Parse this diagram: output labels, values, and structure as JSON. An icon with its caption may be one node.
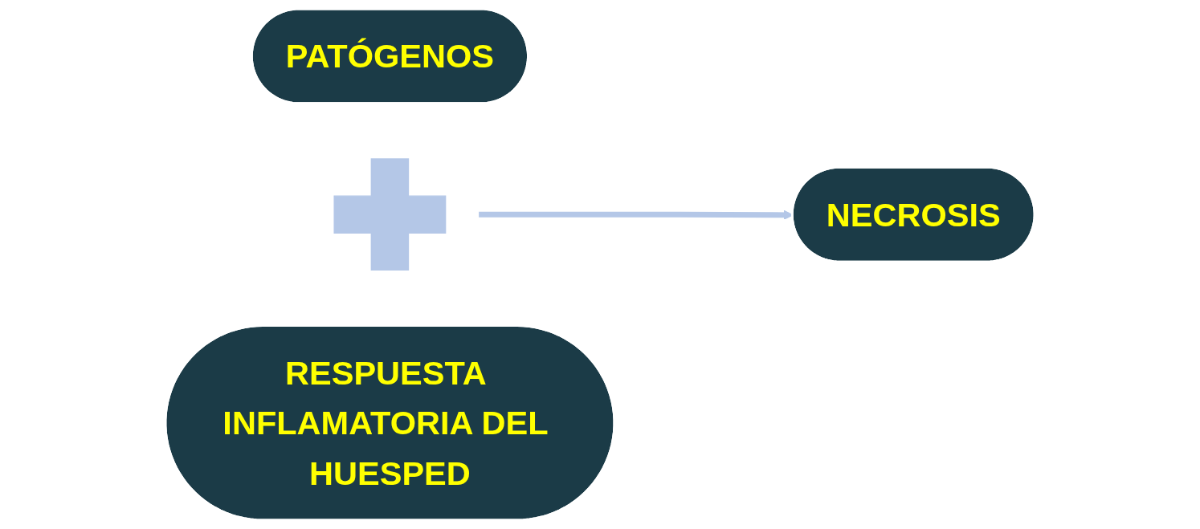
{
  "diagram": {
    "nodes": [
      {
        "text": [
          "PATÓGENOS"
        ]
      },
      {
        "text": [],
        "shape": "plus"
      },
      {
        "text": [
          "RESPUESTA INFLAMATORIA DEL HUESPED"
        ]
      },
      {
        "text": [
          "NECROSIS"
        ]
      }
    ],
    "edges": [
      {
        "from": 1,
        "to": 3,
        "arrow": "to",
        "color": "#b4c7e7"
      }
    ]
  }
}
